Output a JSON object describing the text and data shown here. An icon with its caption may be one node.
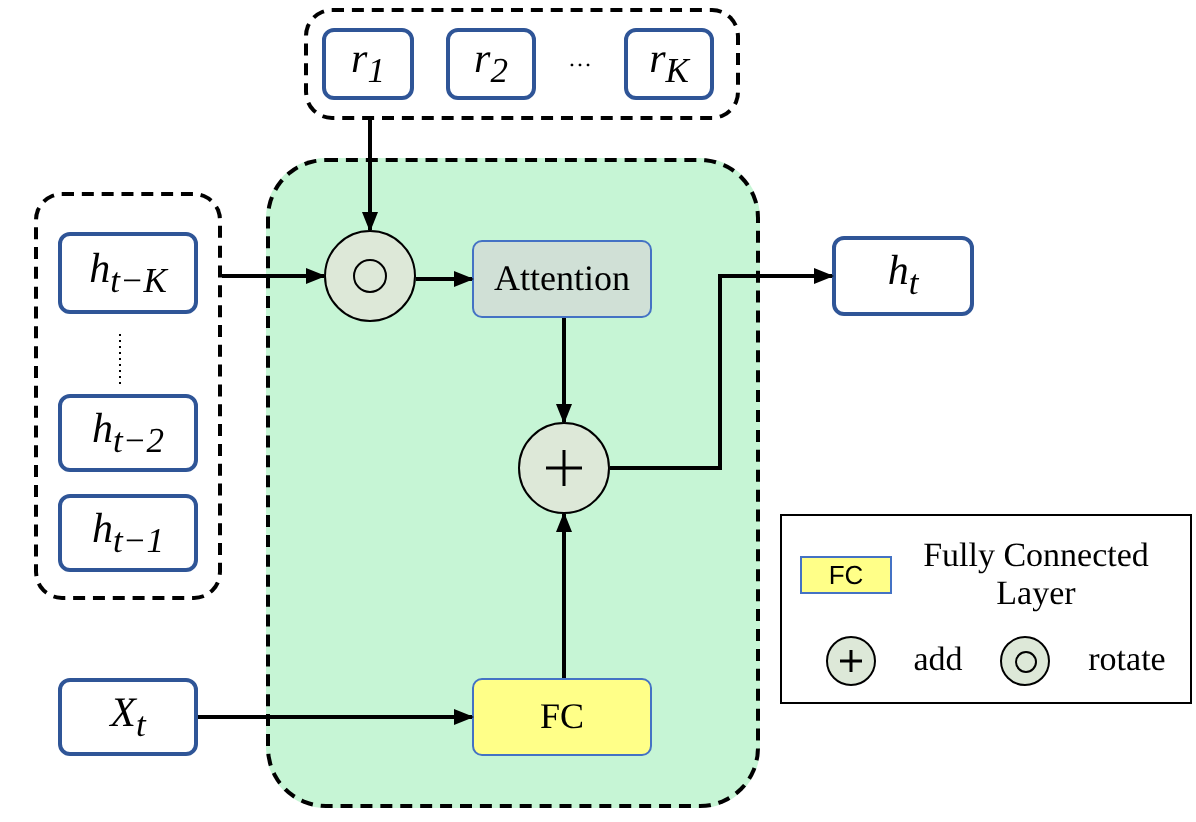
{
  "diagram": {
    "nodes": [
      {
        "text": [],
        "shape": "box"
      },
      {
        "text": [
          "r$_{1}$"
        ],
        "in": 0
      },
      {
        "text": [
          "r$_{2}$"
        ],
        "in": 0
      },
      {
        "text": [
          "r$_{K}$"
        ],
        "in": 0
      },
      {
        "text": [],
        "shape": "box"
      },
      {
        "text": [
          "h$_{t−K}$"
        ],
        "in": 4
      },
      {
        "text": [
          "h$_{t−2}$"
        ],
        "in": 4
      },
      {
        "text": [
          "h$_{t−1}$"
        ],
        "in": 4
      },
      {
        "text": [],
        "shape": "box"
      },
      {
        "text": [],
        "shape": "circle",
        "in": 8
      },
      {
        "text": [
          "Attention"
        ],
        "in": 8
      },
      {
        "text": [],
        "shape": "circle",
        "in": 8
      },
      {
        "text": [
          "FC"
        ],
        "in": 8
      },
      {
        "text": [
          "X$_{t}$"
        ]
      },
      {
        "text": [
          "h$_{t}$"
        ]
      }
    ],
    "edges": [
      {
        "from": 0,
        "to": 9,
        "arrow": "to"
      },
      {
        "from": 4,
        "to": 9,
        "arrow": "to"
      },
      {
        "from": 9,
        "to": 10,
        "arrow": "to"
      },
      {
        "from": 10,
        "to": 11,
        "arrow": "to"
      },
      {
        "from": 12,
        "to": 11,
        "arrow": "to"
      },
      {
        "from": 11,
        "to": 14,
        "arrow": "to"
      },
      {
        "from": 13,
        "to": 12,
        "arrow": "to"
      }
    ],
    "labels": [
      "…",
      "FC"
    ],
    "legend": [
      {
        "text": "Fully Connected Layer"
      },
      {
        "text": "add"
      },
      {
        "text": "rotate"
      }
    ]
  }
}
